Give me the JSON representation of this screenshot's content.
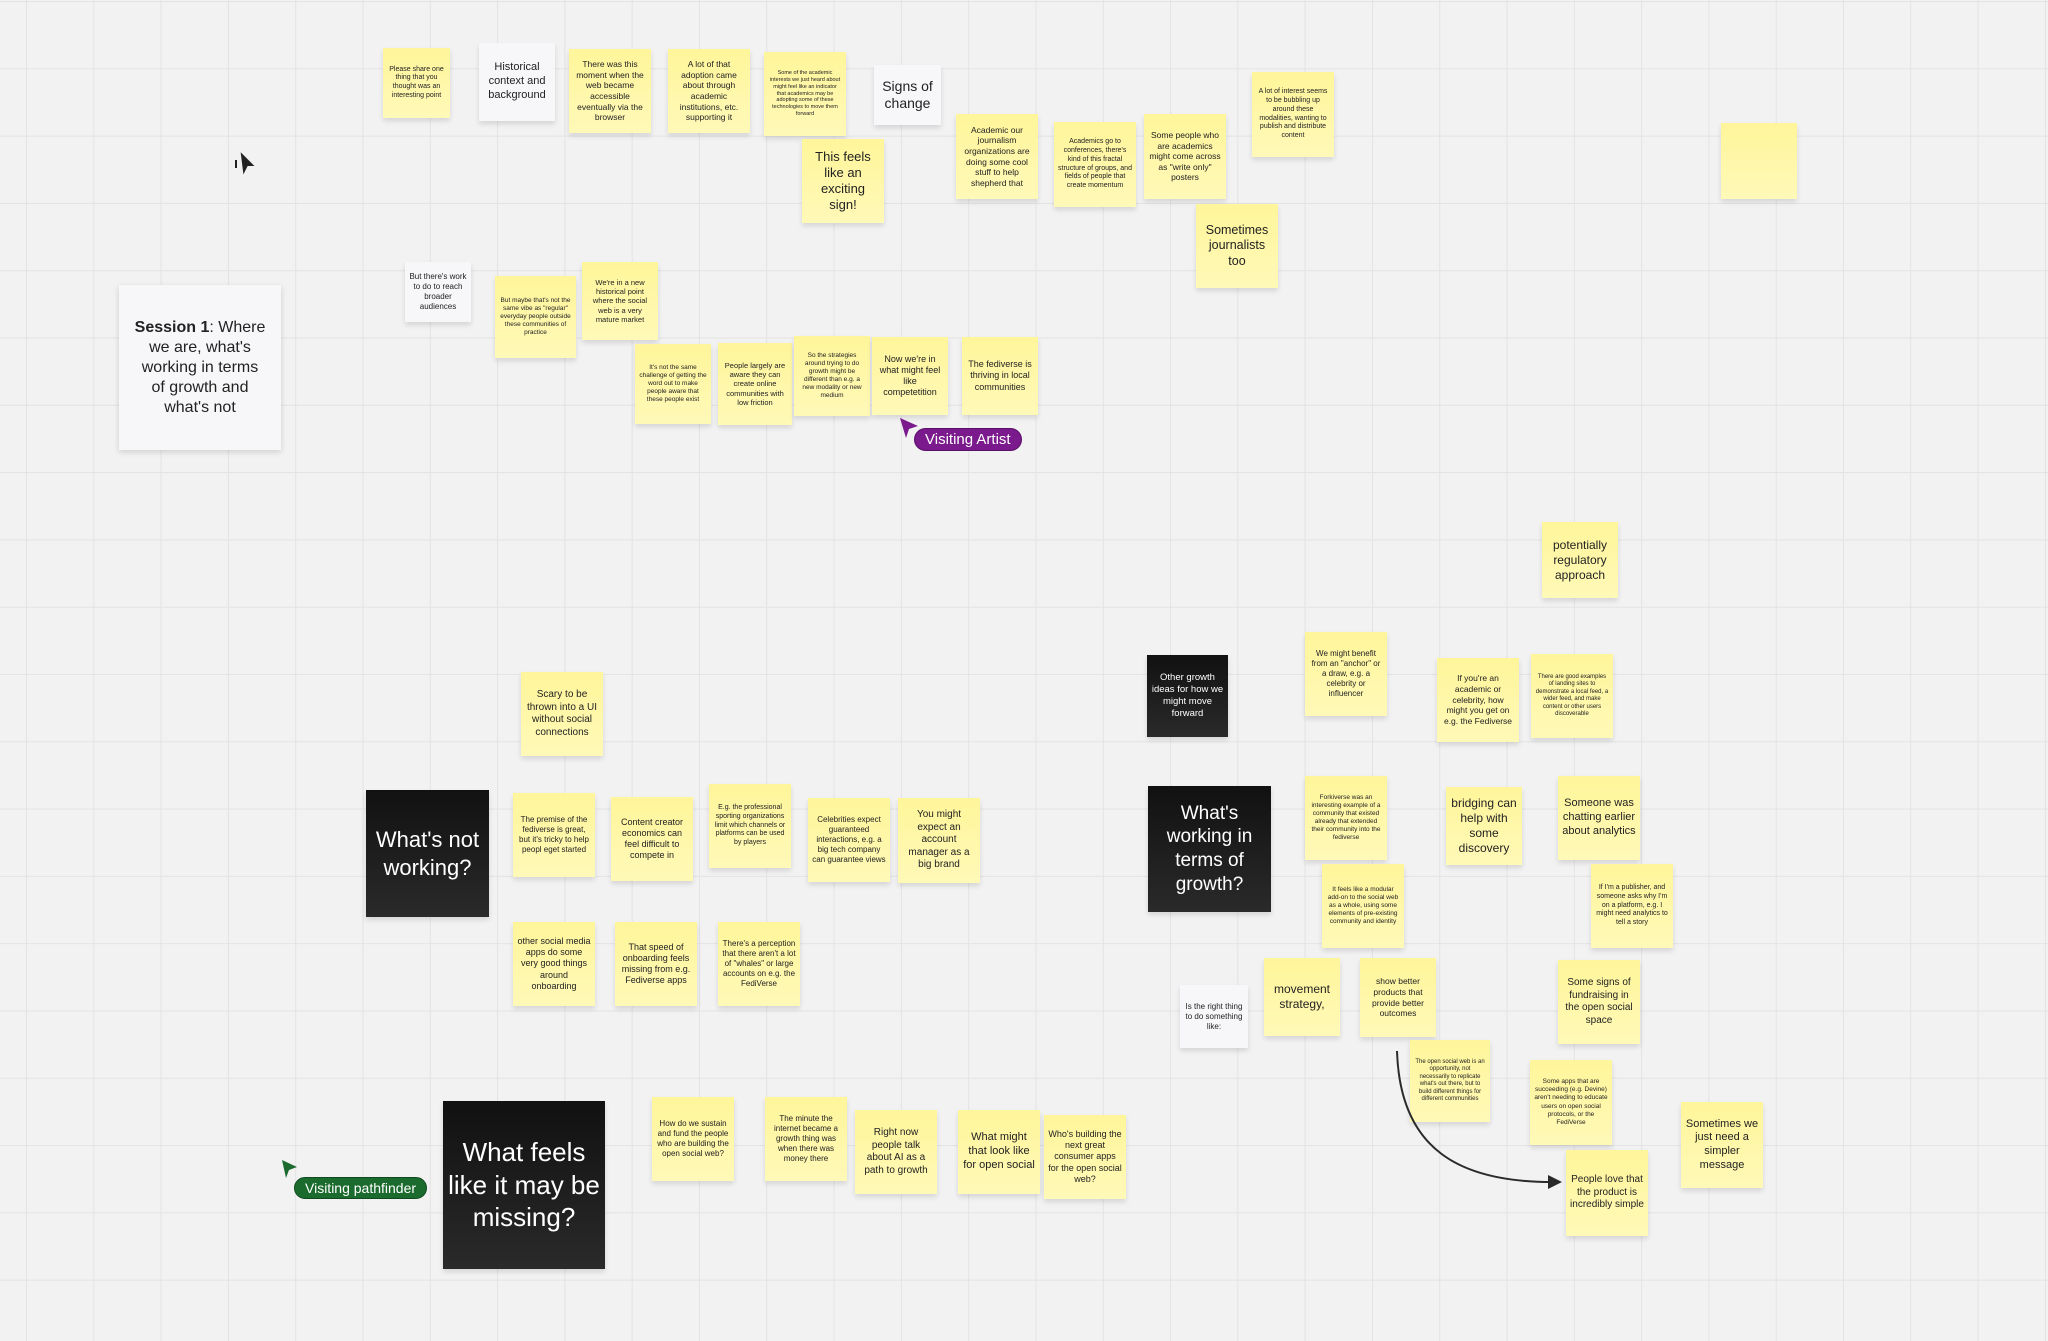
{
  "session": {
    "bold": "Session 1",
    "rest": ": Where we are, what's working in terms of growth and what's not"
  },
  "headers": {
    "historical": "Historical context and background",
    "signs": "Signs of change",
    "not_working": "What's not working?",
    "working": "What's working in terms of growth?",
    "other_growth": "Other growth ideas for how we might move forward",
    "missing": "What feels like it may be missing?",
    "broader": "But there's work to do to reach broader audiences",
    "right_thing": "Is the right thing to do something like:"
  },
  "notes": {
    "n1": "Please share one thing that you thought was an interesting point",
    "n2": "There was this moment when the web became accessible eventually via the browser",
    "n3": "A lot of that adoption came about through academic institutions, etc. supporting it",
    "n4": "Some of the academic interests we just heard about might feel like an indicator that academics may be adopting some of these technologies to move them forward",
    "n5": "This feels like an exciting sign!",
    "n6": "Academic our journalism organizations are doing some cool stuff to help shepherd that",
    "n7": "Academics go to conferences, there's kind of this fractal structure of groups, and fields of people that create momentum",
    "n8": "Some people who are academics might come across as \"write only\" posters",
    "n9": "A lot of interest seems to be bubbling up around these modalities, wanting to publish and distribute content",
    "n10": "Sometimes journalists too",
    "n11": "",
    "n12": "But maybe that's not the same vibe as \"regular\" everyday people outside these communities of practice",
    "n13": "We're in a new historical point where the social web is a very mature market",
    "n14": "It's not the same challenge of getting the word out to make people aware that these people exist",
    "n15": "People largely are aware they can create online communities with low friction",
    "n16": "So the strategies around trying to do growth might be different than e.g. a new modality or new medium",
    "n17": "Now we're in what might feel like competetition",
    "n18": "The fediverse is thriving in local communities",
    "n19": "potentially regulatory approach",
    "n20": "We might benefit from an \"anchor\" or a draw, e.g. a celebrity or influencer",
    "n21": "If you're an academic or celebrity, how might you get on e.g. the Fediverse",
    "n22": "There are good examples of landing sites to demonstrate a local feed, a wider feed, and make content or other users discoverable",
    "n23": "Forkiverse was an interesting example of a community that existed already that extended their community into the fediverse",
    "n24": "It feels like a modular add-on to the social web as a whole, using some elements of pre-existing community and identity",
    "n25": "bridging can help with some discovery",
    "n26": "Someone was chatting earlier about analytics",
    "n27": "If I'm a publisher, and someone asks why I'm on a platform, e.g. I might need analytics to tell a story",
    "n28": "movement strategy,",
    "n29": "show better products that provide better outcomes",
    "n30": "The open social web is an opportunity, not necessarily to replicate what's out there, but to build different things for different communities",
    "n31": "Some signs of fundraising in the open social space",
    "n32": "Some apps that are succeeding (e.g. Devine) aren't needing to educate users on open social protocols, or the FediVerse",
    "n33": "People love that the product is incredibly simple",
    "n34": "Sometimes we just need a simpler message",
    "n35": "Scary to be thrown into a UI without social connections",
    "n36": "The premise of the fediverse is great, but it's tricky to help peopl eget started",
    "n37": "Content creator economics can feel difficult to compete in",
    "n38": "E.g. the professional sporting organizations limit which channels or platforms can be used by players",
    "n39": "Celebrities expect guaranteed interactions, e.g. a big tech company can guarantee views",
    "n40": "You might expect an account manager as a big brand",
    "n41": "other social media apps do some very good things around onboarding",
    "n42": "That speed of onboarding feels missing from e.g. Fediverse apps",
    "n43": "There's a perception that there aren't a lot of \"whales\" or large accounts on e.g. the FediVerse",
    "n44": "How do we sustain and fund the people who are building the open social web?",
    "n45": "The minute the internet became a growth thing was when there was money there",
    "n46": "Right now people talk about AI as a path to growth",
    "n47": "What might that look like for open social",
    "n48": "Who's building the next great consumer apps for the open social web?"
  },
  "collaborators": {
    "artist": {
      "name": "Visiting Artist",
      "color": "#7b1a8c"
    },
    "pathfinder": {
      "name": "Visiting pathfinder",
      "color": "#1b6b2e"
    }
  }
}
